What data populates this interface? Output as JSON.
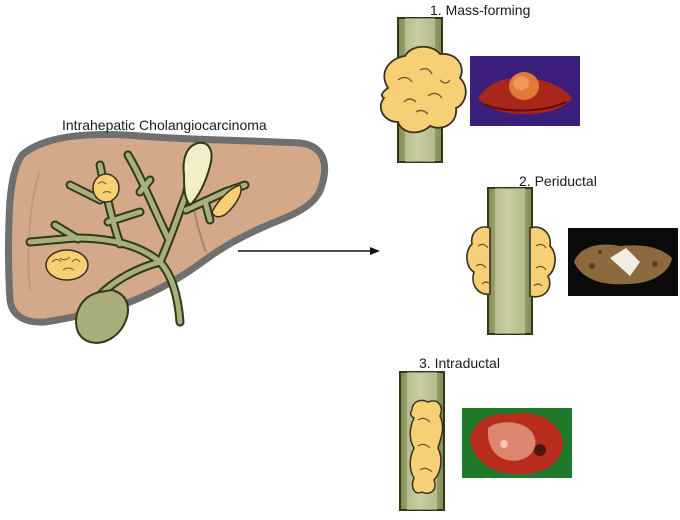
{
  "main_label": "Intrahepatic Cholangiocarcinoma",
  "types": [
    {
      "label": "1. Mass-forming"
    },
    {
      "label": "2. Periductal"
    },
    {
      "label": "3. Intraductal"
    }
  ],
  "colors": {
    "liver_fill": "#d4a98a",
    "liver_outline": "#6f6f6f",
    "duct_fill": "#a8ae7c",
    "duct_outline": "#2e3a18",
    "tumor_fill": "#f7cf74",
    "tumor_outline": "#3a3020",
    "photo1_bg": "#3b1f7a",
    "photo2_bg": "#0b0b0b",
    "photo3_bg": "#1f7a2c"
  }
}
